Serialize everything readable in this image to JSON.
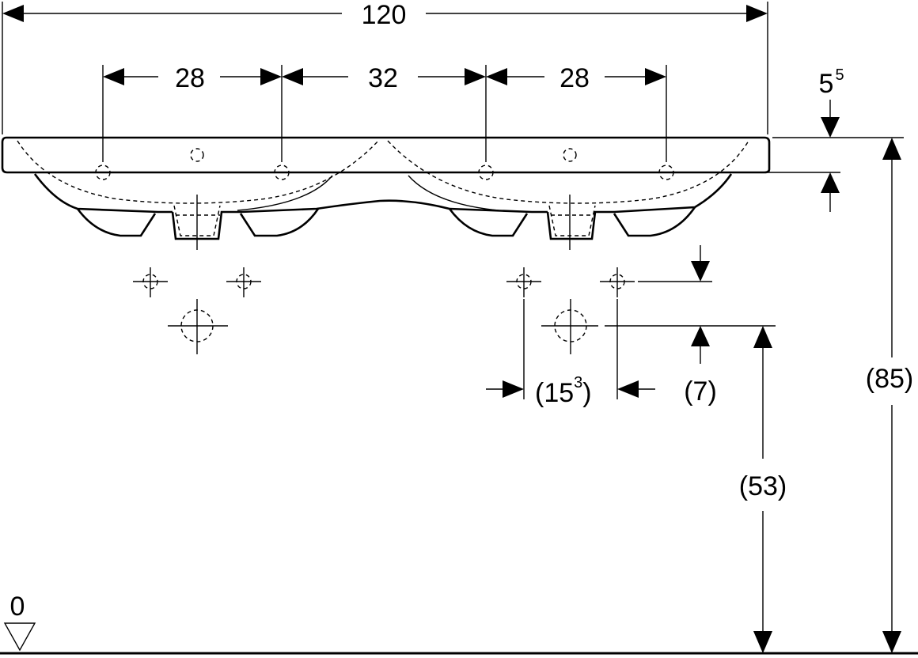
{
  "dimensions": {
    "overall_width": "120",
    "spacing_left": "28",
    "spacing_middle": "32",
    "spacing_right": "28",
    "rim_thickness_main": "5",
    "rim_thickness_sup": "5",
    "drain_spacing_main": "(15",
    "drain_spacing_sup": "3",
    "drain_spacing_close": ")",
    "drain_offset": "(7)",
    "drain_height": "(53)",
    "total_height": "(85)",
    "floor_level": "0"
  }
}
